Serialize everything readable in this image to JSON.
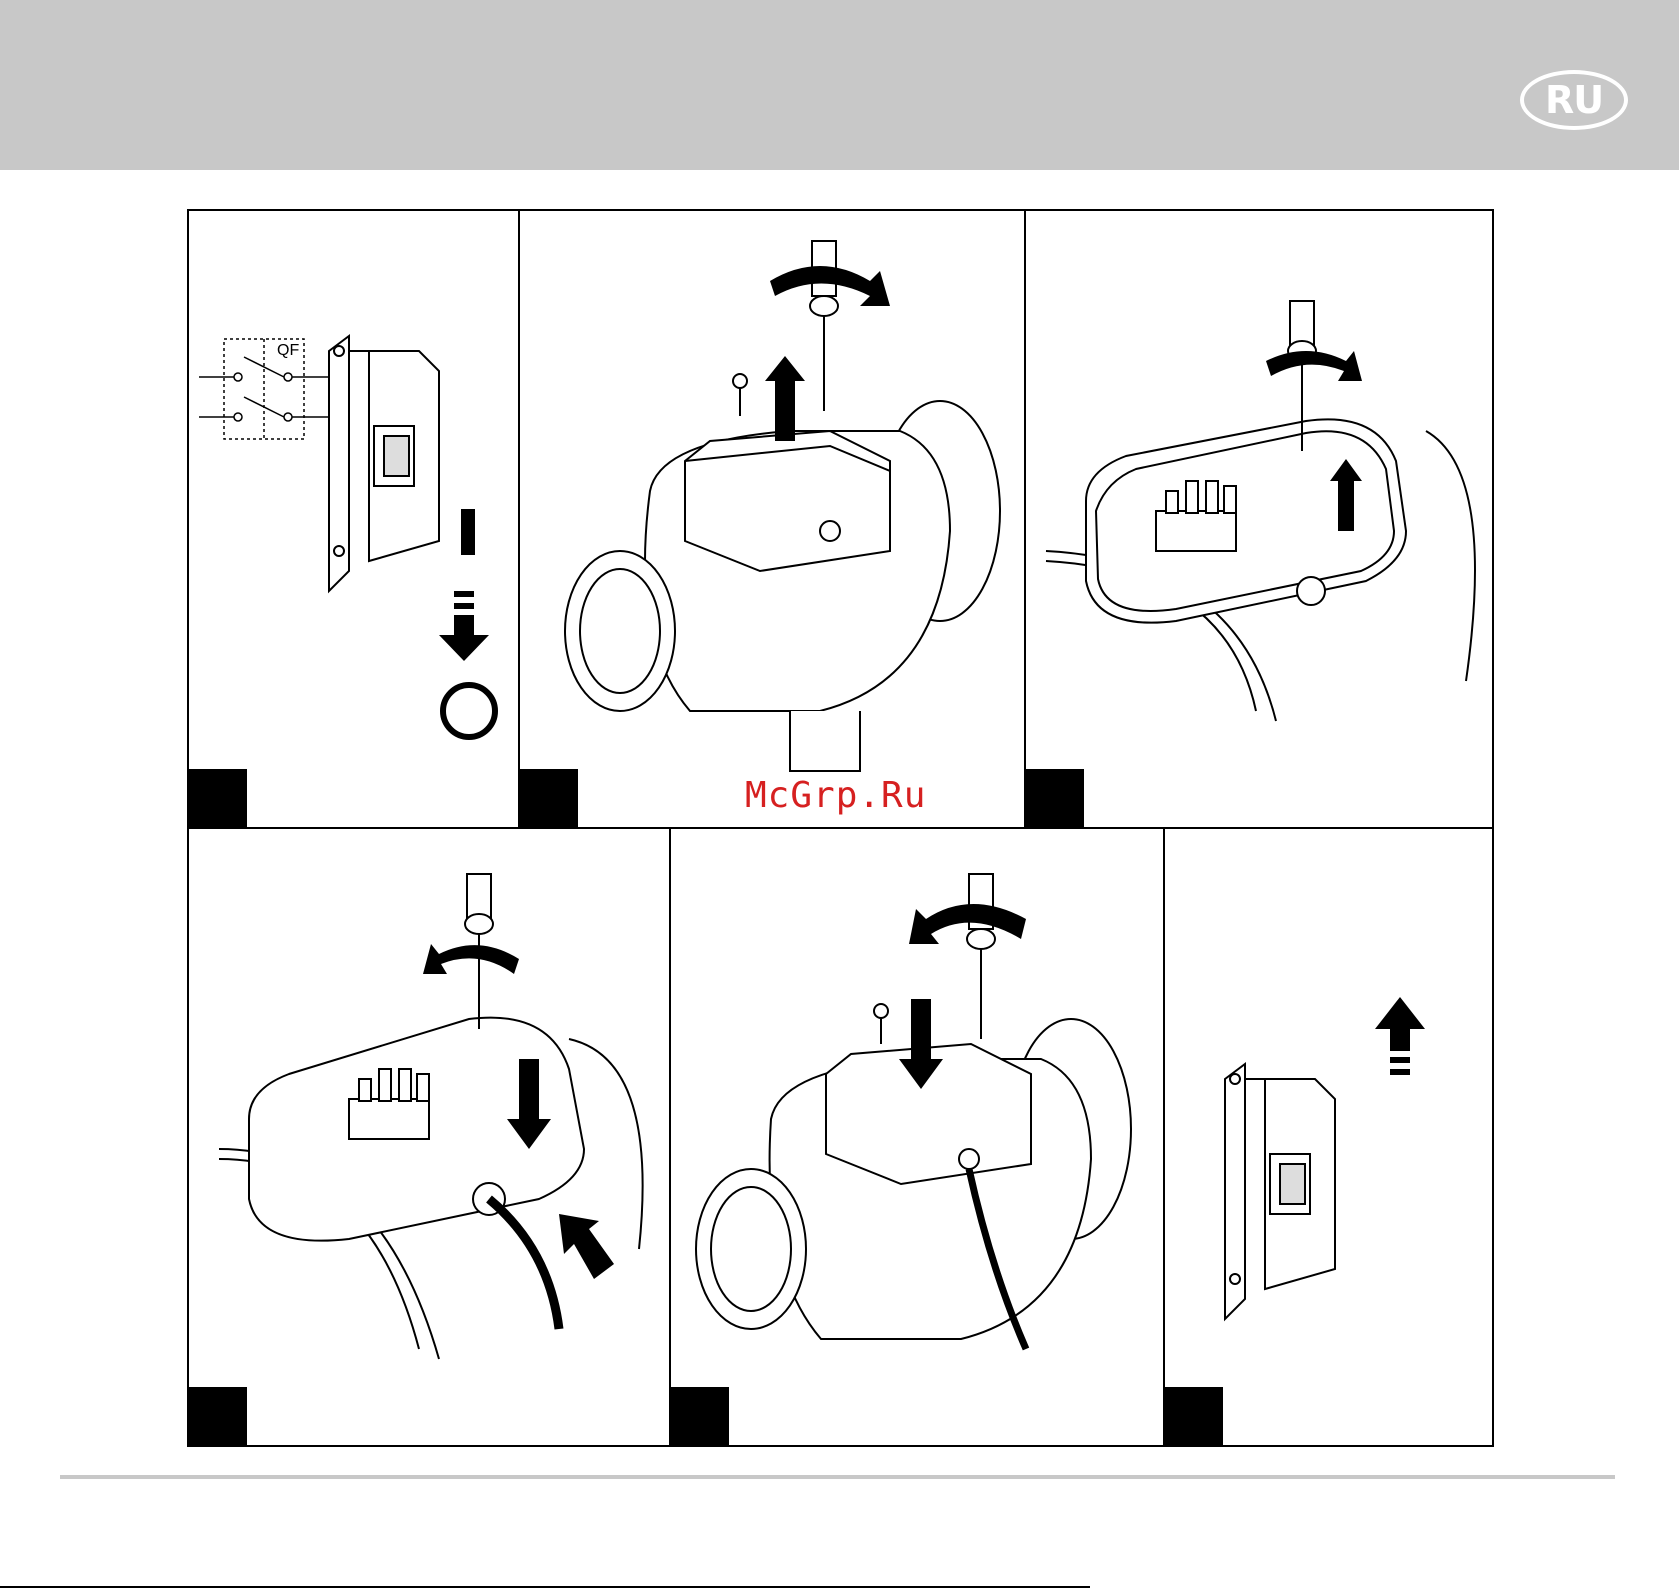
{
  "header": {
    "lang_code": "RU",
    "band_color": "#c8c8c8"
  },
  "watermark": {
    "text": "McGrp.Ru",
    "color": "#d62020"
  },
  "panels": [
    {
      "id": "p1",
      "step_box": true,
      "switch_label": "QF",
      "on_symbol": "I",
      "off_symbol": "O"
    },
    {
      "id": "p2",
      "step_box": true
    },
    {
      "id": "p3",
      "step_box": true
    },
    {
      "id": "p4",
      "step_box": true
    },
    {
      "id": "p5",
      "step_box": true
    },
    {
      "id": "p6",
      "step_box": true
    }
  ],
  "icons": [
    "circuit-breaker-icon",
    "screwdriver-icon",
    "rotate-arrow-icon",
    "up-arrow-icon",
    "down-arrow-icon",
    "inline-duct-fan-icon",
    "terminal-block-icon"
  ]
}
